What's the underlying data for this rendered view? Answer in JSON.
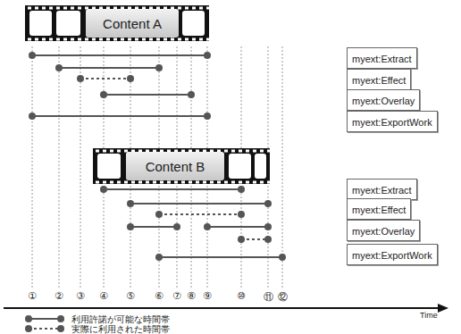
{
  "diagram": {
    "nodes": [
      {
        "text": [
          "Content A"
        ]
      },
      {
        "text": [
          "myext:Extract"
        ]
      },
      {
        "text": [
          "myext:Effect"
        ]
      },
      {
        "text": [
          "myext:Overlay"
        ]
      },
      {
        "text": [
          "myext:ExportWork"
        ]
      },
      {
        "text": [
          "Content B"
        ]
      },
      {
        "text": [
          "myext:Extract"
        ]
      },
      {
        "text": [
          "myext:Effect"
        ]
      },
      {
        "text": [
          "myext:Overlay"
        ]
      },
      {
        "text": [
          "myext:ExportWork"
        ]
      }
    ],
    "labels": [
      "①",
      "②",
      "③",
      "④",
      "⑤",
      "⑥",
      "⑦",
      "⑧",
      "⑨",
      "⑩",
      "⑪",
      "⑫",
      "Time"
    ],
    "legend": [
      {
        "text": "利用許諾が可能な時間帯"
      },
      {
        "text": "実際に利用された時間帯"
      }
    ]
  }
}
